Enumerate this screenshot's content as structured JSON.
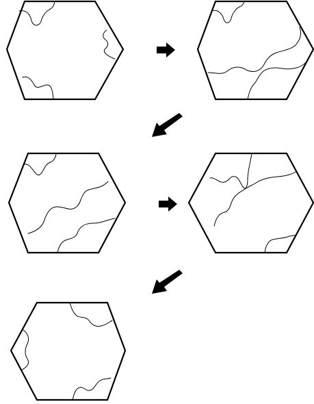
{
  "diagram": {
    "panels": [
      {
        "id": "tile-1",
        "step": 1
      },
      {
        "id": "tile-2",
        "step": 2
      },
      {
        "id": "tile-3",
        "step": 3
      },
      {
        "id": "tile-4",
        "step": 4
      },
      {
        "id": "tile-5",
        "step": 5
      }
    ],
    "transitions": [
      {
        "from": "tile-1",
        "to": "tile-2",
        "direction": "right"
      },
      {
        "from": "tile-2",
        "to": "tile-3",
        "direction": "down-left"
      },
      {
        "from": "tile-3",
        "to": "tile-4",
        "direction": "right"
      },
      {
        "from": "tile-4",
        "to": "tile-5",
        "direction": "down-left"
      }
    ],
    "colors": {
      "stroke": "#000000",
      "background": "#ffffff",
      "arrow": "#000000"
    }
  }
}
